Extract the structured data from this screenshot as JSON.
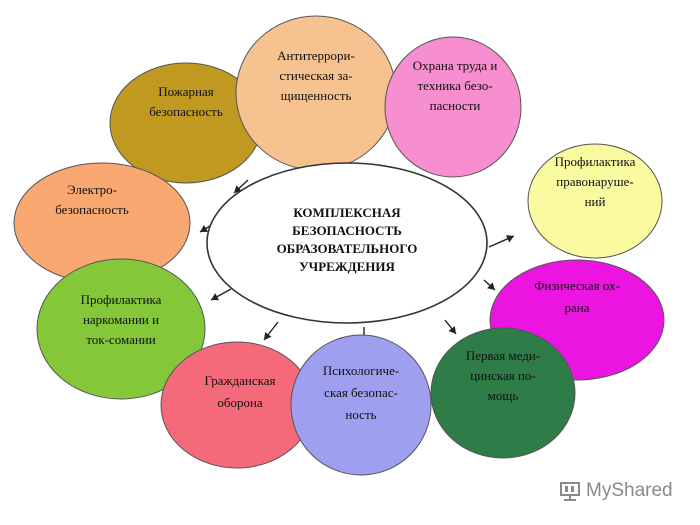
{
  "center": {
    "lines": [
      "КОМПЛЕКСНАЯ",
      "БЕЗОПАСНОСТЬ",
      "ОБРАЗОВАТЕЛЬНОГО",
      "УЧРЕЖДЕНИЯ"
    ],
    "fill": "#ffffff"
  },
  "nodes": [
    {
      "id": "fire-safety",
      "lines": [
        "Пожарная",
        "безопасность"
      ],
      "fill": "#c09a20"
    },
    {
      "id": "antiterror",
      "lines": [
        "Антитеррори-",
        "стическая за-",
        "щищенность"
      ],
      "fill": "#f6c28f"
    },
    {
      "id": "labor-safety",
      "lines": [
        "Охрана труда и",
        "техника безо-",
        "пасности"
      ],
      "fill": "#f68ed0"
    },
    {
      "id": "offense-prevention",
      "lines": [
        "Профилактика",
        "правонаруше-",
        "ний"
      ],
      "fill": "#fafaa0"
    },
    {
      "id": "physical-guard",
      "lines": [
        "Физическая ох-",
        "рана"
      ],
      "fill": "#ec14e0"
    },
    {
      "id": "first-aid",
      "lines": [
        "Первая меди-",
        "цинская по-",
        "мощь"
      ],
      "fill": "#2e7c48"
    },
    {
      "id": "psych-safety",
      "lines": [
        "Психологиче-",
        "ская безопас-",
        "ность"
      ],
      "fill": "#9f9ff0"
    },
    {
      "id": "civil-defense",
      "lines": [
        "Гражданская",
        "оборона"
      ],
      "fill": "#f46a7a"
    },
    {
      "id": "drug-prevention",
      "lines": [
        "Профилактика",
        "наркомании и",
        "ток-сомании"
      ],
      "fill": "#84c83a"
    },
    {
      "id": "electrical-safety",
      "lines": [
        "Электро-",
        "безопасность"
      ],
      "fill": "#f8a870"
    }
  ],
  "watermark": {
    "text": "MyShared"
  }
}
